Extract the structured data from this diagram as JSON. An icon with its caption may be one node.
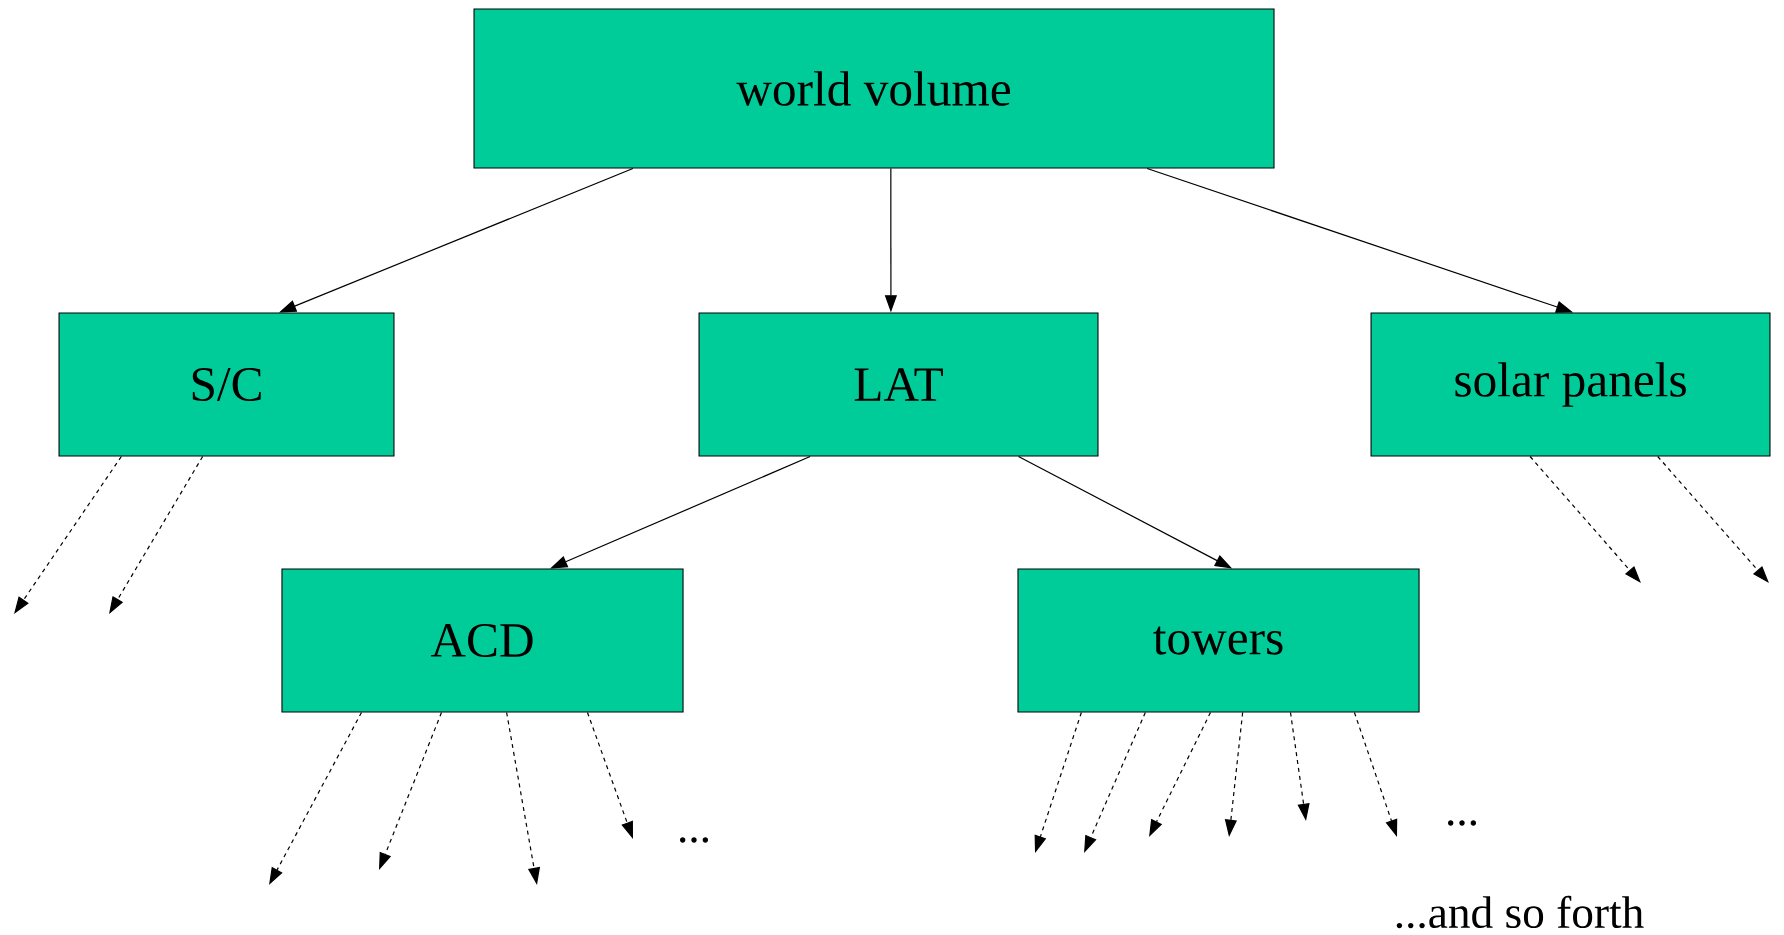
{
  "diagram": {
    "nodes": [
      {
        "text": [
          "world volume"
        ]
      },
      {
        "text": [
          "S/C"
        ]
      },
      {
        "text": [
          "LAT"
        ]
      },
      {
        "text": [
          "solar panels"
        ]
      },
      {
        "text": [
          "ACD"
        ]
      },
      {
        "text": [
          "towers"
        ]
      }
    ],
    "edges": [
      {
        "from": 0,
        "to": 1,
        "arrow": "to"
      },
      {
        "from": 0,
        "to": 2,
        "arrow": "to"
      },
      {
        "from": 0,
        "to": 3,
        "arrow": "to"
      },
      {
        "from": 2,
        "to": 4,
        "arrow": "to"
      },
      {
        "from": 2,
        "to": 5,
        "arrow": "to"
      },
      {
        "from": 1,
        "to": null,
        "arrow": "to",
        "style": "dashed"
      },
      {
        "from": 1,
        "to": null,
        "arrow": "to",
        "style": "dashed"
      },
      {
        "from": 3,
        "to": null,
        "arrow": "to",
        "style": "dashed"
      },
      {
        "from": 3,
        "to": null,
        "arrow": "to",
        "style": "dashed"
      },
      {
        "from": 4,
        "to": null,
        "arrow": "to",
        "style": "dashed"
      },
      {
        "from": 4,
        "to": null,
        "arrow": "to",
        "style": "dashed"
      },
      {
        "from": 4,
        "to": null,
        "arrow": "to",
        "style": "dashed"
      },
      {
        "from": 4,
        "to": null,
        "arrow": "to",
        "style": "dashed"
      },
      {
        "from": 5,
        "to": null,
        "arrow": "to",
        "style": "dashed"
      },
      {
        "from": 5,
        "to": null,
        "arrow": "to",
        "style": "dashed"
      },
      {
        "from": 5,
        "to": null,
        "arrow": "to",
        "style": "dashed"
      },
      {
        "from": 5,
        "to": null,
        "arrow": "to",
        "style": "dashed"
      },
      {
        "from": 5,
        "to": null,
        "arrow": "to",
        "style": "dashed"
      },
      {
        "from": 5,
        "to": null,
        "arrow": "to",
        "style": "dashed"
      }
    ],
    "labels": [
      "...",
      "...",
      "...and so forth"
    ]
  }
}
